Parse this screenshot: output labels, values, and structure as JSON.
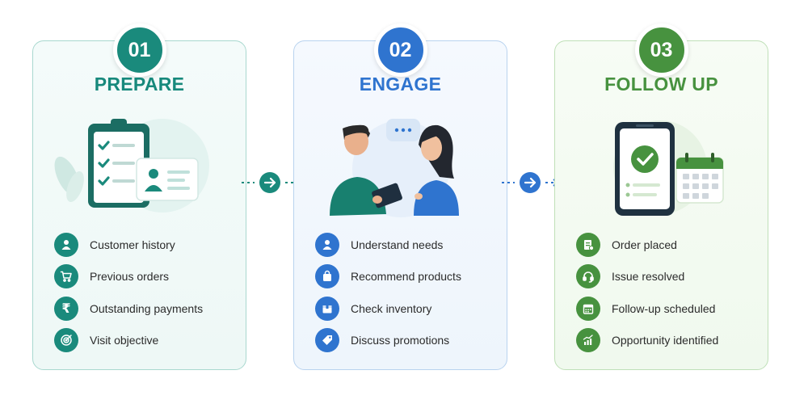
{
  "steps": [
    {
      "number": "01",
      "title": "PREPARE",
      "color": "#1a8a7c",
      "items": [
        {
          "label": "Customer history",
          "icon": "person-icon"
        },
        {
          "label": "Previous orders",
          "icon": "cart-icon"
        },
        {
          "label": "Outstanding payments",
          "icon": "rupee-icon"
        },
        {
          "label": "Visit objective",
          "icon": "target-icon"
        }
      ]
    },
    {
      "number": "02",
      "title": "ENGAGE",
      "color": "#2f74cf",
      "items": [
        {
          "label": "Understand needs",
          "icon": "person-icon"
        },
        {
          "label": "Recommend products",
          "icon": "shopping-bag-icon"
        },
        {
          "label": "Check inventory",
          "icon": "box-icon"
        },
        {
          "label": "Discuss promotions",
          "icon": "tag-icon"
        }
      ]
    },
    {
      "number": "03",
      "title": "FOLLOW UP",
      "color": "#47923f",
      "items": [
        {
          "label": "Order placed",
          "icon": "order-document-icon"
        },
        {
          "label": "Issue resolved",
          "icon": "headset-icon"
        },
        {
          "label": "Follow-up scheduled",
          "icon": "calendar-icon"
        },
        {
          "label": "Opportunity identified",
          "icon": "growth-chart-icon"
        }
      ]
    }
  ]
}
